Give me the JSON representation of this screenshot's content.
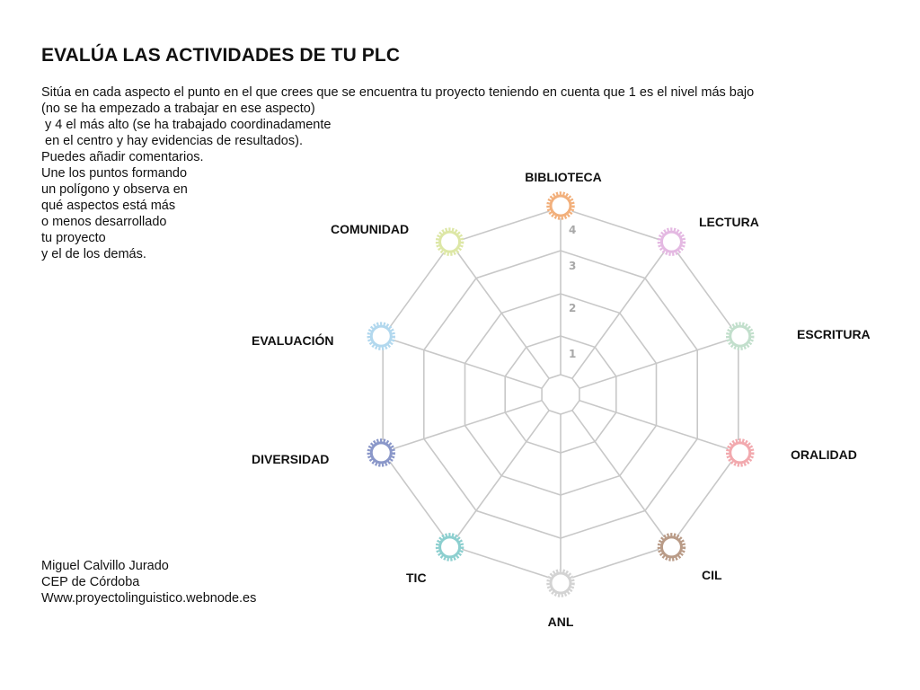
{
  "title": "EVALÚA LAS ACTIVIDADES DE TU PLC",
  "instructions": [
    "Sitúa en cada aspecto el punto en el que crees que se encuentra tu proyecto teniendo en cuenta que 1 es el nivel más bajo",
    "(no se ha empezado a trabajar en ese aspecto)",
    " y 4 el más alto (se ha trabajado coordinadamente",
    " en el centro y hay evidencias de resultados).",
    "Puedes añadir comentarios.",
    "Une los puntos formando",
    "un polígono y observa en",
    "qué aspectos está más",
    "o menos desarrollado",
    "tu proyecto",
    "y el de los demás."
  ],
  "credits": [
    "Miguel Calvillo Jurado",
    "CEP de Córdoba",
    "Www.proyectolinguistico.webnode.es"
  ],
  "radar": {
    "levels": [
      "1",
      "2",
      "3",
      "4"
    ],
    "grid_color": "#c8c8c8",
    "aspects": [
      {
        "id": "biblioteca",
        "label": "BIBLIOTECA",
        "color": "#f2b07c"
      },
      {
        "id": "lectura",
        "label": "LECTURA",
        "color": "#e4b9e2"
      },
      {
        "id": "escritura",
        "label": "ESCRITURA",
        "color": "#c2dfcc"
      },
      {
        "id": "oralidad",
        "label": "ORALIDAD",
        "color": "#f2a9ae"
      },
      {
        "id": "cil",
        "label": "CIL",
        "color": "#b99b87"
      },
      {
        "id": "anl",
        "label": "ANL",
        "color": "#d3d3d3"
      },
      {
        "id": "tic",
        "label": "TIC",
        "color": "#8ccfcf"
      },
      {
        "id": "diversidad",
        "label": "DIVERSIDAD",
        "color": "#8a97c9"
      },
      {
        "id": "evaluacion",
        "label": "EVALUACIÓN",
        "color": "#b2d8ee"
      },
      {
        "id": "comunidad",
        "label": "COMUNIDAD",
        "color": "#dde7a6"
      }
    ]
  }
}
